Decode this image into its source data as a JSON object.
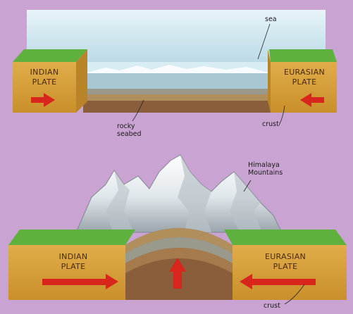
{
  "colors": {
    "background": "#c9a3d1",
    "plate": "#d9a640",
    "grass": "#5fb13e",
    "arrow": "#d9261c",
    "sea": "#cde6f0"
  },
  "top_diagram": {
    "left_plate": "INDIAN\nPLATE",
    "right_plate": "EURASIAN\nPLATE",
    "sea_label": "sea",
    "seabed_label": "rocky\nseabed",
    "crust_label": "crust"
  },
  "bottom_diagram": {
    "left_plate": "INDIAN\nPLATE",
    "right_plate": "EURASIAN\nPLATE",
    "mountains_label": "Himalaya\nMountains",
    "crust_label": "crust"
  },
  "icons": [
    "arrow-right-icon",
    "arrow-left-icon",
    "arrow-up-icon"
  ]
}
